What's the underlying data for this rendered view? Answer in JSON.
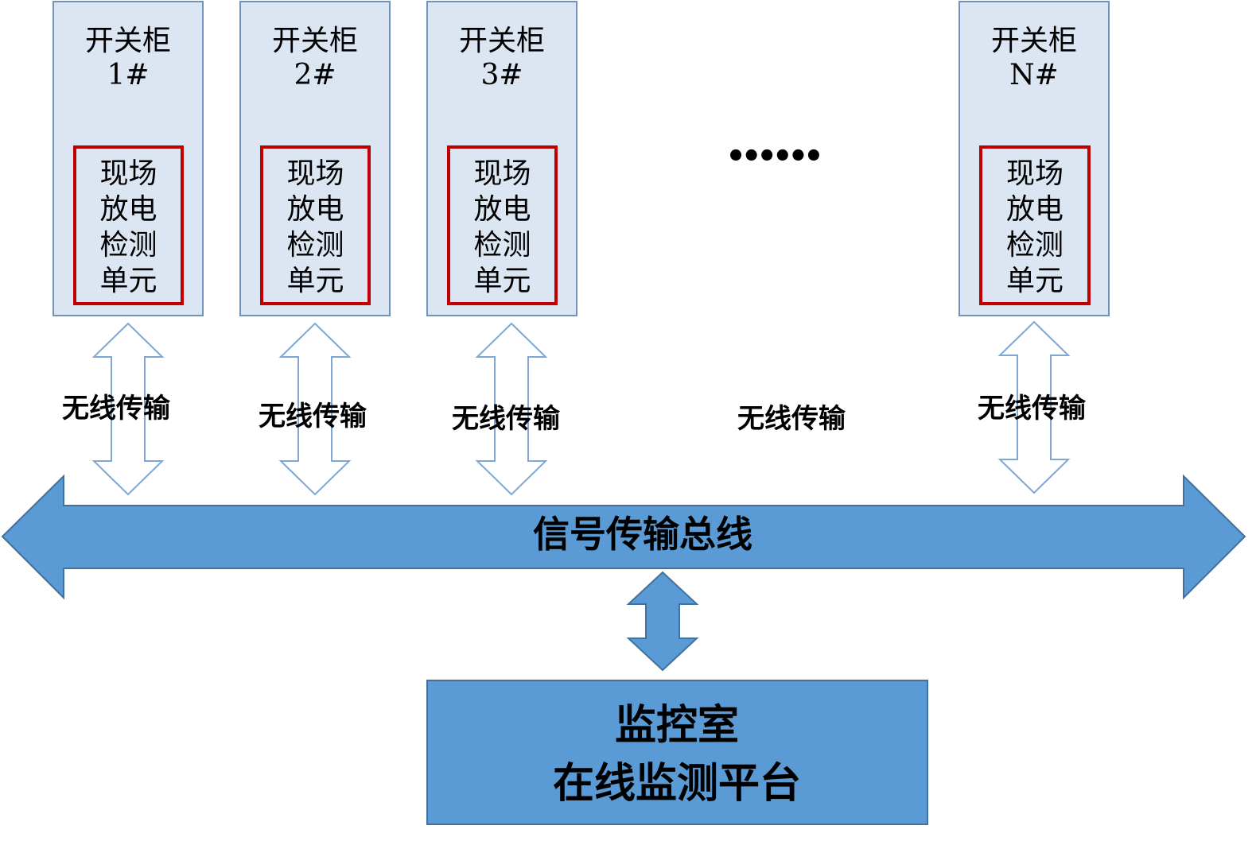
{
  "colors": {
    "cabinet_fill": "#DCE6F2",
    "cabinet_stroke": "#7092BE",
    "unit_stroke": "#C00000",
    "hollow_arrow_stroke": "#7FA7D6",
    "bus_fill": "#5B9BD5",
    "bus_stroke": "#41719C"
  },
  "cabinets": [
    {
      "title": "开关柜",
      "number": "1#",
      "unit_lines": [
        "现场",
        "放电",
        "检测",
        "单元"
      ]
    },
    {
      "title": "开关柜",
      "number": "2#",
      "unit_lines": [
        "现场",
        "放电",
        "检测",
        "单元"
      ]
    },
    {
      "title": "开关柜",
      "number": "3#",
      "unit_lines": [
        "现场",
        "放电",
        "检测",
        "单元"
      ]
    },
    {
      "title": "开关柜",
      "number": "N#",
      "unit_lines": [
        "现场",
        "放电",
        "检测",
        "单元"
      ]
    }
  ],
  "ellipsis": "••••••",
  "links": [
    {
      "label": "无线传输"
    },
    {
      "label": "无线传输"
    },
    {
      "label": "无线传输"
    },
    {
      "label": "无线传输"
    },
    {
      "label": "无线传输"
    }
  ],
  "bus": {
    "label": "信号传输总线"
  },
  "control_room": {
    "lines": [
      "监控室",
      "在线监测平台"
    ]
  }
}
